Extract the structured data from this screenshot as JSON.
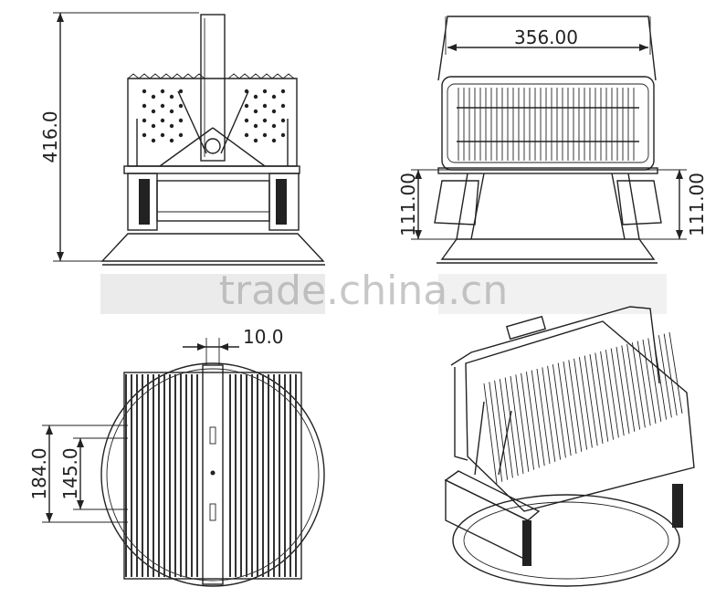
{
  "dimensions": {
    "front_height": "416.0",
    "side_width": "356.00",
    "side_left_height": "111.00",
    "side_right_height": "111.00",
    "top_gap": "10.0",
    "top_outer_height": "184.0",
    "top_inner_height": "145.0"
  },
  "watermark": "trade.china.cn"
}
